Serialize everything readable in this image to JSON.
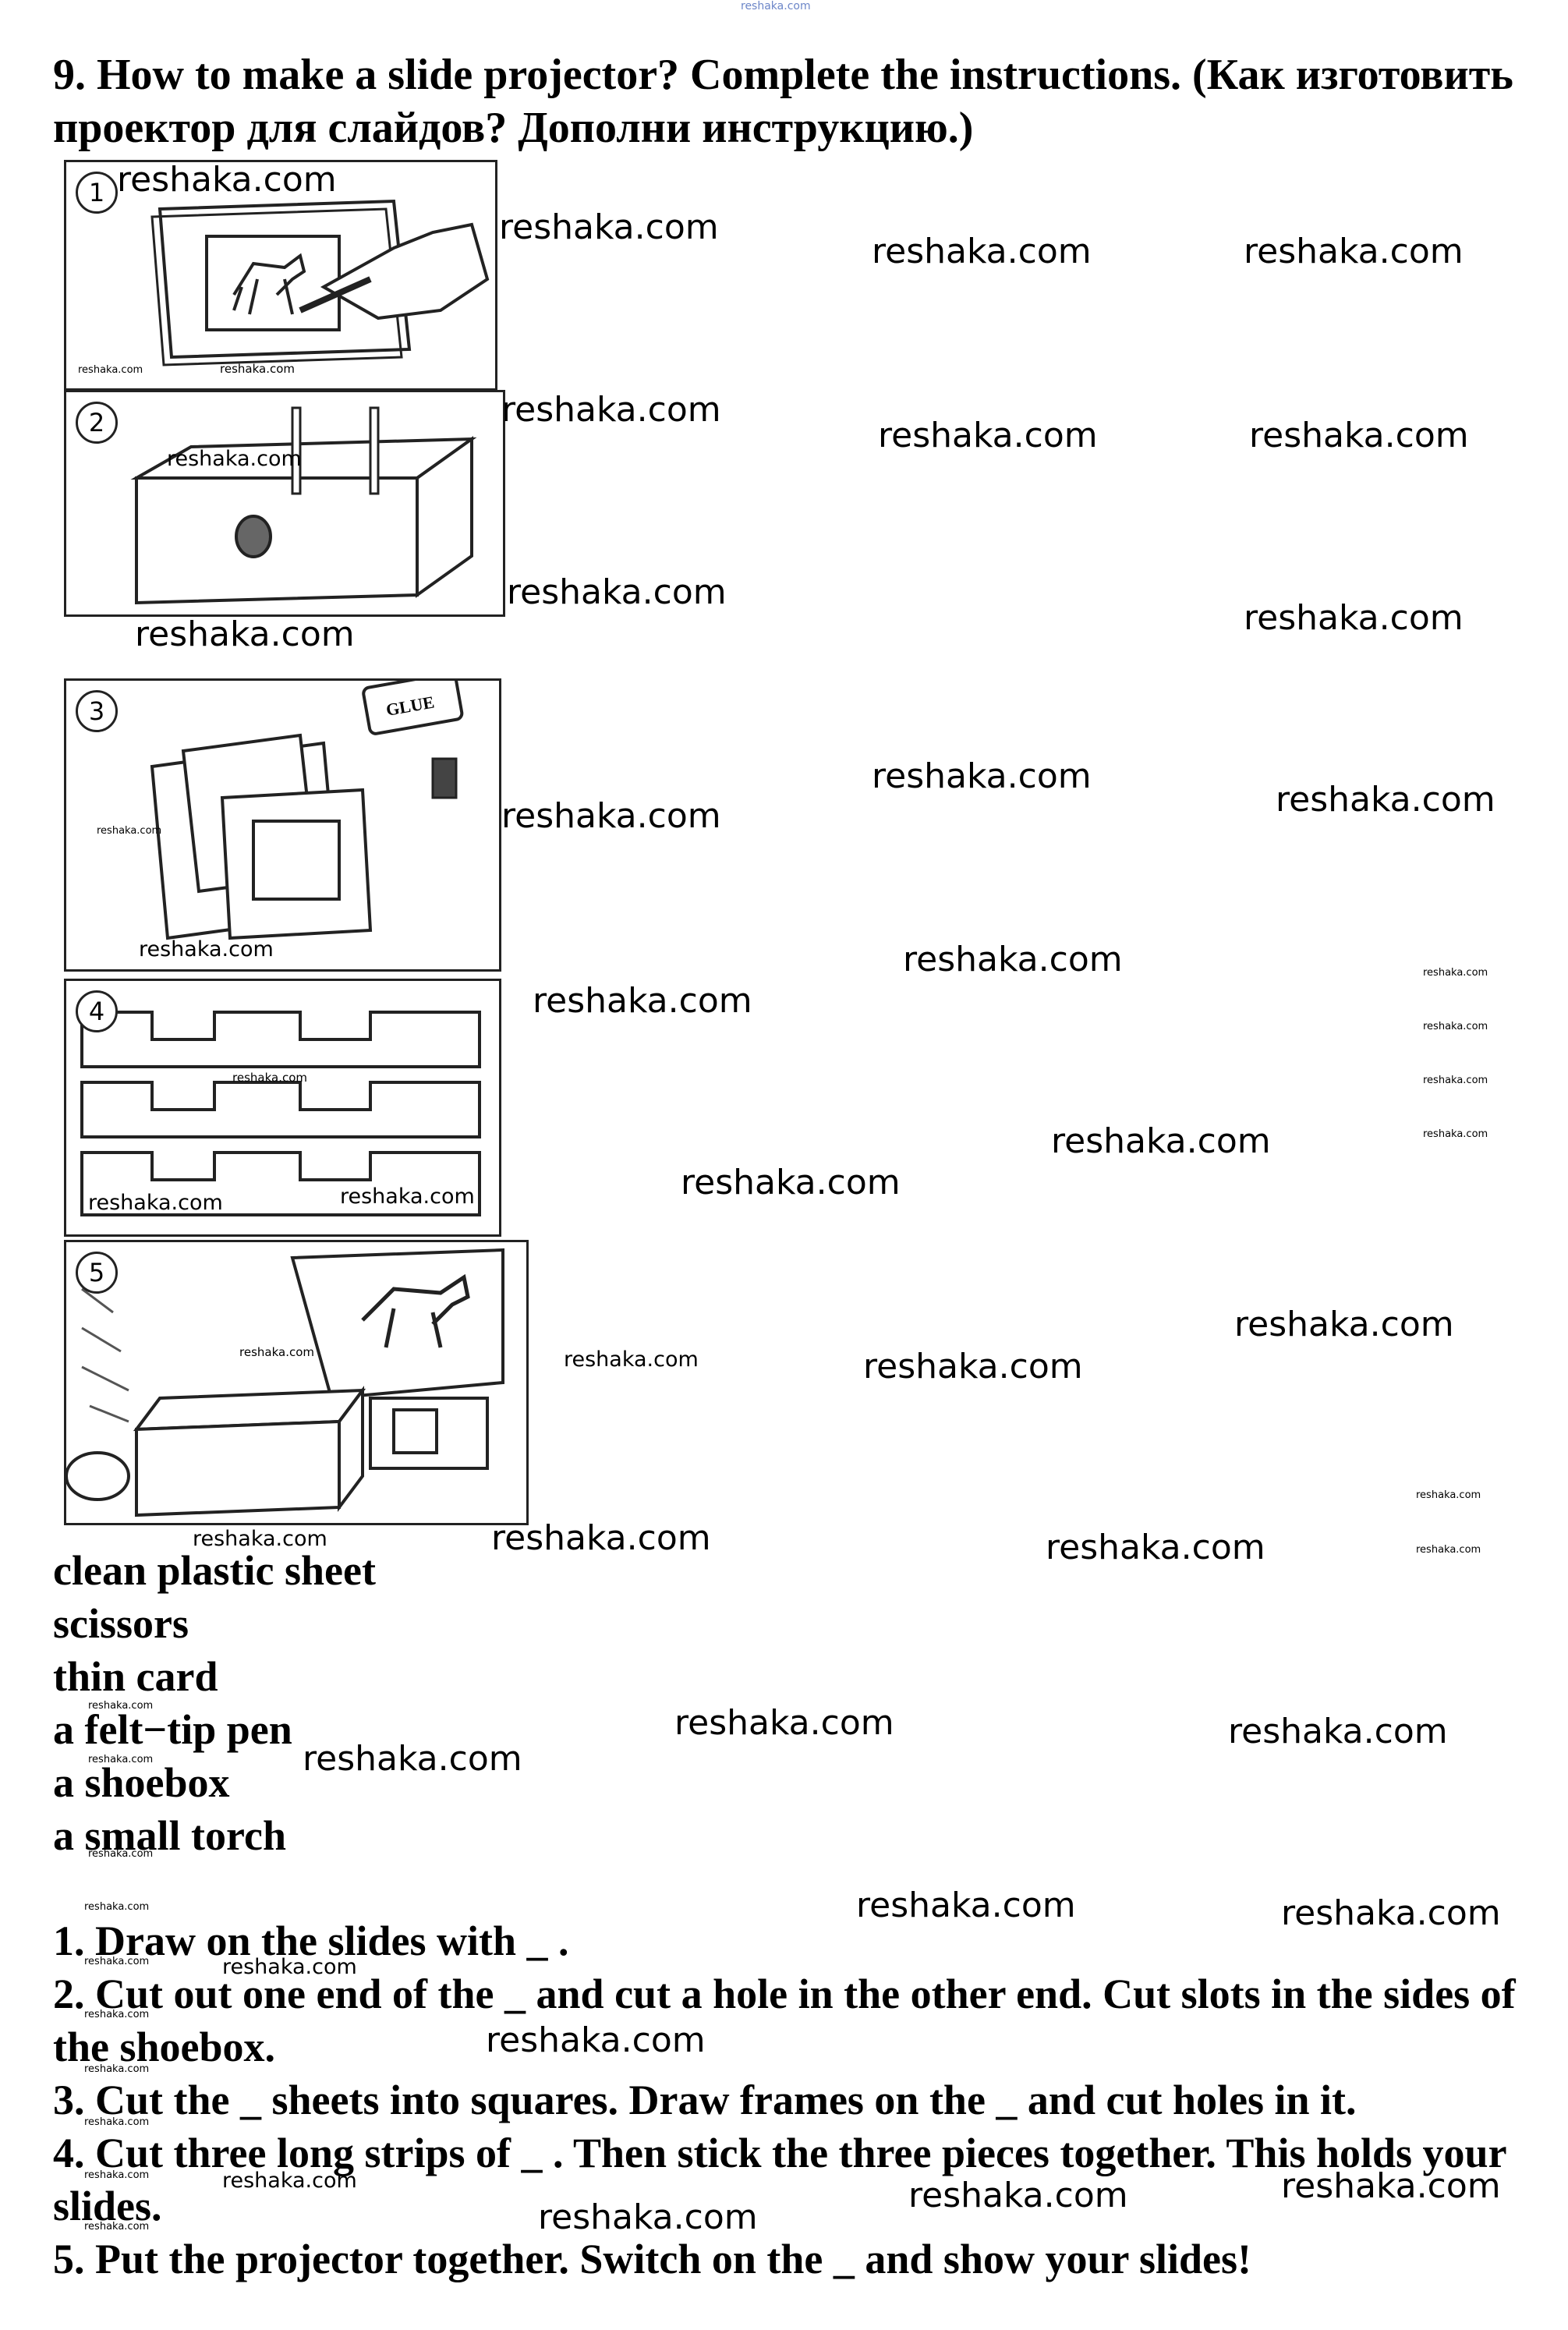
{
  "header": {
    "mark": "reshaka.com"
  },
  "title": "9. How to make a slide projector? Complete the instructions. (Как изготовить проектор для слайдов? Дополни инструкцию.)",
  "panels": [
    {
      "number": "1",
      "icon": "drawing-slide-icon"
    },
    {
      "number": "2",
      "icon": "shoebox-icon"
    },
    {
      "number": "3",
      "icon": "glue-frames-icon"
    },
    {
      "number": "4",
      "icon": "card-strips-icon"
    },
    {
      "number": "5",
      "icon": "projector-icon"
    }
  ],
  "materials": [
    "clean plastic sheet",
    "scissors",
    "thin card",
    "a felt−tip pen",
    "a shoebox",
    "a small torch"
  ],
  "instructions": [
    "1. Draw on the slides with _ .",
    "2. Cut out one end of the _ and cut a hole in the other end. Cut slots in the sides of the shoebox.",
    "3. Cut the _ sheets into squares. Draw frames on the _ and cut holes in it.",
    "4. Cut three long strips of _ . Then stick the three pieces together. This holds your slides.",
    "5. Put the projector together. Switch on the _ and show your slides!"
  ],
  "watermark": "reshaka.com",
  "glue_label": "GLUE",
  "colors": {
    "ink": "#000000",
    "mark": "#6c86c8",
    "panel_border": "#222222"
  }
}
